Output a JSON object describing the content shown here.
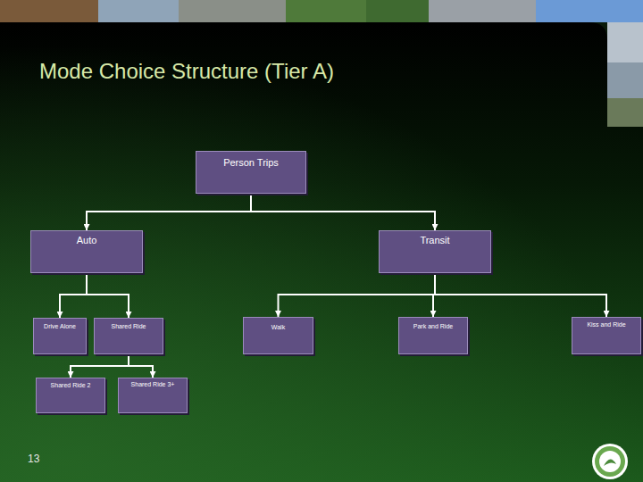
{
  "diagram": {
    "title": "Mode Choice Structure (Tier A)",
    "nodes": [
      {
        "text": [
          "Person Trips"
        ]
      },
      {
        "text": [
          "Auto"
        ]
      },
      {
        "text": [
          "Transit"
        ]
      },
      {
        "text": [
          "Drive Alone"
        ]
      },
      {
        "text": [
          "Shared Ride"
        ]
      },
      {
        "text": [
          "Walk"
        ]
      },
      {
        "text": [
          "Park and Ride"
        ]
      },
      {
        "text": [
          "Kiss and Ride"
        ]
      },
      {
        "text": [
          "Shared Ride 2"
        ]
      },
      {
        "text": [
          "Shared Ride 3+"
        ]
      }
    ],
    "edges": [
      {
        "from": 0,
        "to": 1,
        "arrow": "to"
      },
      {
        "from": 0,
        "to": 2,
        "arrow": "to"
      },
      {
        "from": 1,
        "to": 3,
        "arrow": "to"
      },
      {
        "from": 1,
        "to": 4,
        "arrow": "to"
      },
      {
        "from": 2,
        "to": 5,
        "arrow": "to"
      },
      {
        "from": 2,
        "to": 6,
        "arrow": "to"
      },
      {
        "from": 2,
        "to": 7,
        "arrow": "to"
      },
      {
        "from": 4,
        "to": 8,
        "arrow": "to"
      },
      {
        "from": 4,
        "to": 9,
        "arrow": "to"
      }
    ],
    "labels": [
      "13"
    ]
  }
}
